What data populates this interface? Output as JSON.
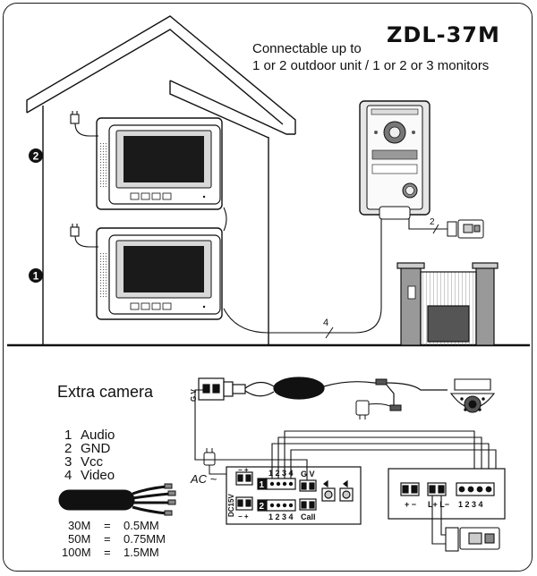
{
  "diagram": {
    "model": "ZDL-37M",
    "subtitle_line1": "Connectable up to",
    "subtitle_line2": "1 or 2 outdoor unit / 1 or 2 or 3 monitors",
    "monitor_upper_number": "2",
    "monitor_lower_number": "1",
    "cable_top_count": "4",
    "cable_lock_count": "2",
    "extra_camera_label": "Extra camera",
    "legend": [
      {
        "num": "1",
        "label": "Audio"
      },
      {
        "num": "2",
        "label": "GND"
      },
      {
        "num": "3",
        "label": "Vcc"
      },
      {
        "num": "4",
        "label": "Video"
      }
    ],
    "cable_specs": [
      {
        "length": "30M",
        "eq": "=",
        "gauge": "0.5MM"
      },
      {
        "length": "50M",
        "eq": "=",
        "gauge": "0.75MM"
      },
      {
        "length": "100M",
        "eq": "=",
        "gauge": "1.5MM"
      }
    ],
    "power_label": "AC ~",
    "dc_label": "DC15V",
    "plus_minus_top": "− +",
    "plus_minus_bottom": "− +",
    "port1_label": "1",
    "port2_label": "2",
    "pins_top": "1 2 3 4",
    "pins_bottom": "1 2 3 4",
    "gv_top": "G V",
    "call_label": "Call",
    "outdoor_pm": "+ −",
    "outdoor_lock": "L+ L−",
    "outdoor_pins": "1 2 3 4",
    "camera_gv": "G V"
  }
}
